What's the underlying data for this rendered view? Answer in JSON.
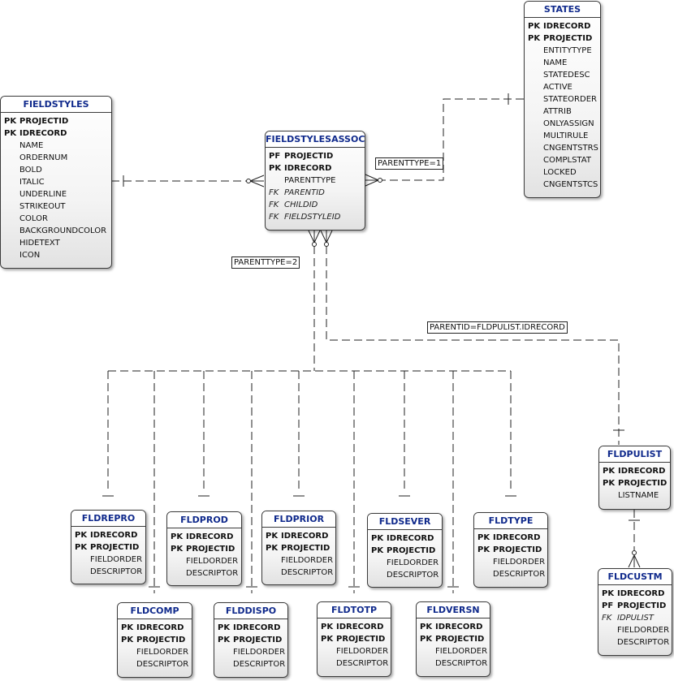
{
  "entities": {
    "fieldstyles": {
      "title": "FIELDSTYLES",
      "keys": [
        {
          "k": "PK",
          "n": "PROJECTID"
        },
        {
          "k": "PK",
          "n": "IDRECORD"
        }
      ],
      "attrs": [
        "NAME",
        "ORDERNUM",
        "BOLD",
        "ITALIC",
        "UNDERLINE",
        "STRIKEOUT",
        "COLOR",
        "BACKGROUNDCOLOR",
        "HIDETEXT",
        "ICON"
      ]
    },
    "fieldstylesassoc": {
      "title": "FIELDSTYLESASSOC",
      "keys": [
        {
          "k": "PF",
          "n": "PROJECTID"
        },
        {
          "k": "PK",
          "n": "IDRECORD"
        }
      ],
      "attrs": [
        "PARENTTYPE"
      ],
      "fks": [
        {
          "k": "FK",
          "n": "PARENTID"
        },
        {
          "k": "FK",
          "n": "CHILDID"
        },
        {
          "k": "FK",
          "n": "FIELDSTYLEID"
        }
      ]
    },
    "states": {
      "title": "STATES",
      "keys": [
        {
          "k": "PK",
          "n": "IDRECORD"
        },
        {
          "k": "PK",
          "n": "PROJECTID"
        }
      ],
      "attrs": [
        "ENTITYTYPE",
        "NAME",
        "STATEDESC",
        "ACTIVE",
        "STATEORDER",
        "ATTRIB",
        "ONLYASSIGN",
        "MULTIRULE",
        "CNGENTSTRS",
        "COMPLSTAT",
        "LOCKED",
        "CNGENTSTCS"
      ]
    },
    "fldrepro": {
      "title": "FLDREPRO",
      "keys": [
        {
          "k": "PK",
          "n": "IDRECORD"
        },
        {
          "k": "PK",
          "n": "PROJECTID"
        }
      ],
      "attrs": [
        "FIELDORDER",
        "DESCRIPTOR"
      ]
    },
    "fldprod": {
      "title": "FLDPROD",
      "keys": [
        {
          "k": "PK",
          "n": "IDRECORD"
        },
        {
          "k": "PK",
          "n": "PROJECTID"
        }
      ],
      "attrs": [
        "FIELDORDER",
        "DESCRIPTOR"
      ]
    },
    "fldprior": {
      "title": "FLDPRIOR",
      "keys": [
        {
          "k": "PK",
          "n": "IDRECORD"
        },
        {
          "k": "PK",
          "n": "PROJECTID"
        }
      ],
      "attrs": [
        "FIELDORDER",
        "DESCRIPTOR"
      ]
    },
    "fldsever": {
      "title": "FLDSEVER",
      "keys": [
        {
          "k": "PK",
          "n": "IDRECORD"
        },
        {
          "k": "PK",
          "n": "PROJECTID"
        }
      ],
      "attrs": [
        "FIELDORDER",
        "DESCRIPTOR"
      ]
    },
    "fldtype": {
      "title": "FLDTYPE",
      "keys": [
        {
          "k": "PK",
          "n": "IDRECORD"
        },
        {
          "k": "PK",
          "n": "PROJECTID"
        }
      ],
      "attrs": [
        "FIELDORDER",
        "DESCRIPTOR"
      ]
    },
    "fldcomp": {
      "title": "FLDCOMP",
      "keys": [
        {
          "k": "PK",
          "n": "IDRECORD"
        },
        {
          "k": "PK",
          "n": "PROJECTID"
        }
      ],
      "attrs": [
        "FIELDORDER",
        "DESCRIPTOR"
      ]
    },
    "flddispo": {
      "title": "FLDDISPO",
      "keys": [
        {
          "k": "PK",
          "n": "IDRECORD"
        },
        {
          "k": "PK",
          "n": "PROJECTID"
        }
      ],
      "attrs": [
        "FIELDORDER",
        "DESCRIPTOR"
      ]
    },
    "fldtotp": {
      "title": "FLDTOTP",
      "keys": [
        {
          "k": "PK",
          "n": "IDRECORD"
        },
        {
          "k": "PK",
          "n": "PROJECTID"
        }
      ],
      "attrs": [
        "FIELDORDER",
        "DESCRIPTOR"
      ]
    },
    "fldversn": {
      "title": "FLDVERSN",
      "keys": [
        {
          "k": "PK",
          "n": "IDRECORD"
        },
        {
          "k": "PK",
          "n": "PROJECTID"
        }
      ],
      "attrs": [
        "FIELDORDER",
        "DESCRIPTOR"
      ]
    },
    "fldpulist": {
      "title": "FLDPULIST",
      "keys": [
        {
          "k": "PK",
          "n": "IDRECORD"
        },
        {
          "k": "PK",
          "n": "PROJECTID"
        }
      ],
      "attrs": [
        "LISTNAME"
      ]
    },
    "fldcustm": {
      "title": "FLDCUSTM",
      "keys": [
        {
          "k": "PK",
          "n": "IDRECORD"
        },
        {
          "k": "PF",
          "n": "PROJECTID"
        }
      ],
      "fks": [
        {
          "k": "FK",
          "n": "IDPULIST"
        }
      ],
      "attrs": [
        "FIELDORDER",
        "DESCRIPTOR"
      ]
    }
  },
  "relationship_labels": {
    "parenttype_1": "PARENTTYPE=1",
    "parenttype_2": "PARENTTYPE=2",
    "parentid_pulist": "PARENTID=FLDPULIST.IDRECORD"
  },
  "colors": {
    "title_text": "#102a8c",
    "border": "#3a3a3a",
    "line": "#222222"
  }
}
